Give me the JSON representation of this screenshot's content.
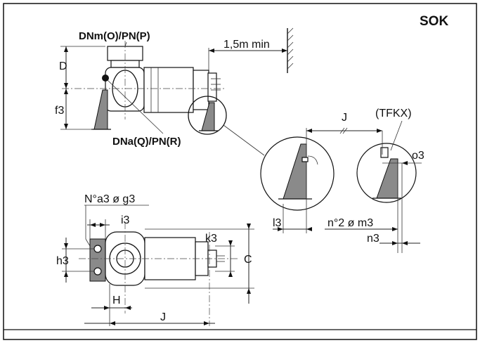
{
  "title": "SOK",
  "labels": {
    "discharge_conn": "DNm(O)/PN(P)",
    "suction_conn": "DNa(Q)/PN(R)",
    "wall_clearance": "1,5m min",
    "height_d": "D",
    "height_f3": "f3",
    "dist_j_top": "J",
    "detail_tfkx": "(TFKX)",
    "dim_o3": "o3",
    "dim_l3": "l3",
    "holes_m3": "n°2 ø m3",
    "dim_n3": "n3",
    "holes_g3": "N°a3 ø g3",
    "dim_i3": "i3",
    "dim_k3": "k3",
    "dim_h3": "h3",
    "dim_c": "C",
    "dim_h": "H",
    "dist_j_bottom": "J"
  }
}
